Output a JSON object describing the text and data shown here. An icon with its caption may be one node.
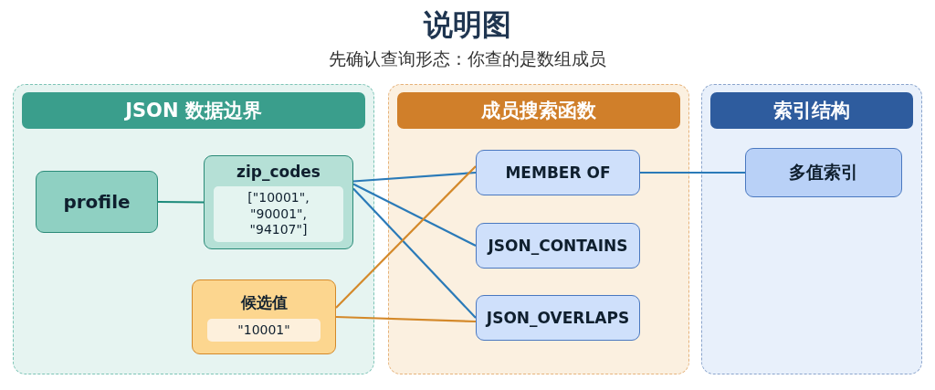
{
  "diagram": {
    "title": "说明图",
    "caption": "先确认查询形态：你查的是数组成员",
    "nodes": [
      {
        "text": [
          "JSON 数据边界"
        ]
      },
      {
        "text": [
          "profile"
        ],
        "in": 0
      },
      {
        "text": [
          "zip_codes",
          "[\"10001\", \"90001\", \"94107\"]"
        ],
        "in": 0
      },
      {
        "text": [
          "候选值",
          "\"10001\""
        ],
        "in": 0
      },
      {
        "text": [
          "成员搜索函数"
        ]
      },
      {
        "text": [
          "MEMBER OF"
        ],
        "in": 4
      },
      {
        "text": [
          "JSON_CONTAINS"
        ],
        "in": 4
      },
      {
        "text": [
          "JSON_OVERLAPS"
        ],
        "in": 4
      },
      {
        "text": [
          "索引结构"
        ]
      },
      {
        "text": [
          "多值索引"
        ],
        "in": 8
      }
    ],
    "edges": [
      {
        "from": 1,
        "to": 2,
        "arrow": "none",
        "color": "#1a8a7a"
      },
      {
        "from": 2,
        "to": 5,
        "arrow": "none"
      },
      {
        "from": 2,
        "to": 6,
        "arrow": "none"
      },
      {
        "from": 2,
        "to": 7,
        "arrow": "none"
      },
      {
        "from": 3,
        "to": 5,
        "arrow": "none",
        "color": "#d4892a"
      },
      {
        "from": 3,
        "to": 7,
        "arrow": "none",
        "color": "#d4892a"
      },
      {
        "from": 5,
        "to": 9,
        "arrow": "none"
      }
    ]
  }
}
